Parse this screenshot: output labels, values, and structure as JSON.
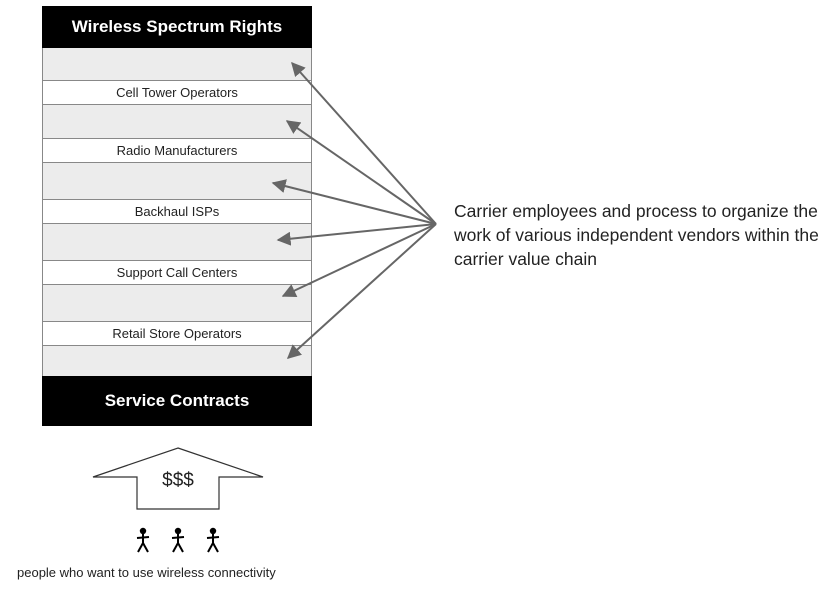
{
  "diagram": {
    "top_label": "Wireless Spectrum Rights",
    "vendors": [
      "Cell Tower Operators",
      "Radio Manufacturers",
      "Backhaul ISPs",
      "Support Call Centers",
      "Retail Store Operators"
    ],
    "bottom_label": "Service Contracts",
    "note": "Carrier employees and process to organize the work of various independent vendors within the carrier value chain",
    "money_label": "$$$",
    "people_caption": "people who want to use wireless connectivity"
  },
  "colors": {
    "bar": "#000000",
    "gap": "#ececec",
    "arrow": "#666666"
  }
}
